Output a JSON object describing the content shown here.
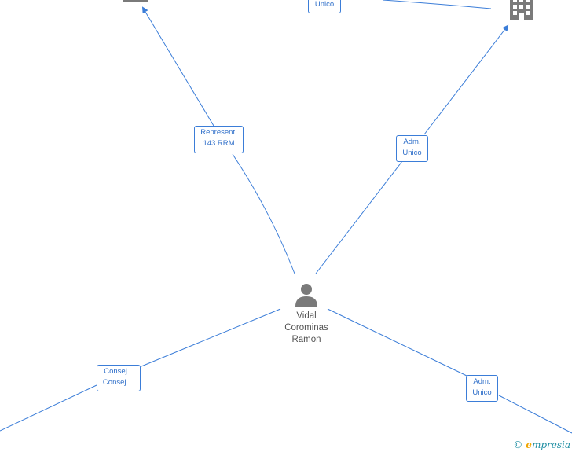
{
  "person": {
    "icon": "person-icon",
    "name_lines": [
      "Vidal",
      "Corominas",
      "Ramon"
    ]
  },
  "edges": [
    {
      "id": "rep",
      "label_lines": [
        "Represent.",
        "143 RRM"
      ]
    },
    {
      "id": "adm-top",
      "label_lines": [
        "Adm.",
        "Unico"
      ]
    },
    {
      "id": "top-partial",
      "label_lines": [
        "Unico"
      ]
    },
    {
      "id": "consej",
      "label_lines": [
        "Consej. .",
        "Consej...."
      ]
    },
    {
      "id": "adm-right",
      "label_lines": [
        "Adm.",
        "Unico"
      ]
    }
  ],
  "companies": [
    {
      "icon": "building-icon"
    },
    {
      "icon": "building-icon"
    }
  ],
  "brand": {
    "copyright": "©",
    "initial": "e",
    "name": "mpresia"
  },
  "colors": {
    "edge": "#3b7dd8",
    "label_text": "#2f6fc9",
    "icon": "#7a7a7a"
  }
}
